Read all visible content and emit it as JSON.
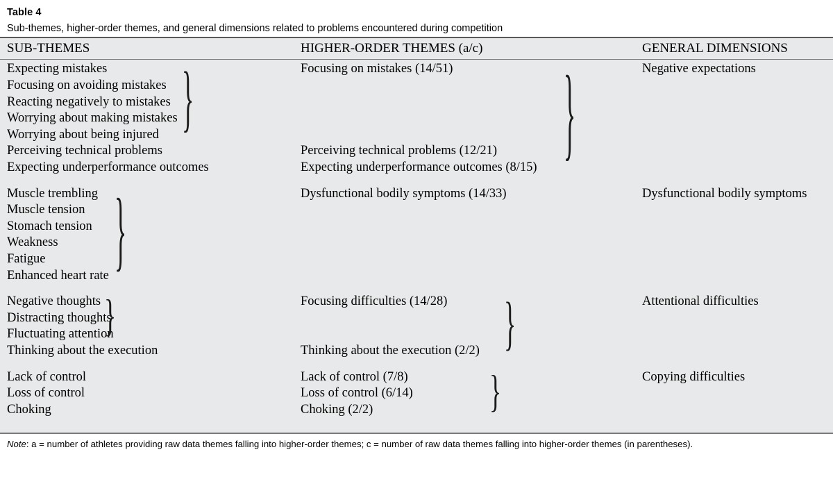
{
  "caption": {
    "number": "Table 4",
    "title": "Sub-themes, higher-order themes, and general dimensions related to problems encountered during competition"
  },
  "columns": {
    "sub_themes": "SUB-THEMES",
    "higher_order": "HIGHER-ORDER THEMES (a/c)",
    "general": "GENERAL DIMENSIONS"
  },
  "sections": [
    {
      "sub_themes": [
        "Expecting mistakes",
        "Focusing on avoiding mistakes",
        "Reacting negatively to mistakes",
        "Worrying about making mistakes",
        "Worrying about being injured",
        "Perceiving technical problems",
        "Expecting underperformance outcomes"
      ],
      "higher_order": [
        {
          "label": "Focusing on mistakes (14/51)",
          "row": 0
        },
        {
          "label": "Perceiving technical problems (12/21)",
          "row": 5
        },
        {
          "label": "Expecting underperformance outcomes (8/15)",
          "row": 6
        }
      ],
      "general": "Negative expectations"
    },
    {
      "sub_themes": [
        "Muscle trembling",
        "Muscle tension",
        "Stomach tension",
        "Weakness",
        "Fatigue",
        "Enhanced heart rate"
      ],
      "higher_order": [
        {
          "label": "Dysfunctional bodily symptoms (14/33)",
          "row": 0
        }
      ],
      "general": "Dysfunctional bodily symptoms"
    },
    {
      "sub_themes": [
        "Negative thoughts",
        "Distracting thoughts",
        "Fluctuating attention",
        "Thinking about the execution"
      ],
      "higher_order": [
        {
          "label": "Focusing difficulties (14/28)",
          "row": 0
        },
        {
          "label": "Thinking about the execution (2/2)",
          "row": 3
        }
      ],
      "general": "Attentional difficulties"
    },
    {
      "sub_themes": [
        "Lack of control",
        "Loss of control",
        "Choking"
      ],
      "higher_order": [
        {
          "label": "Lack of control (7/8)",
          "row": 0
        },
        {
          "label": "Loss of control (6/14)",
          "row": 1
        },
        {
          "label": "Choking (2/2)",
          "row": 2
        }
      ],
      "general": "Copying difficulties"
    }
  ],
  "note": {
    "label": "Note",
    "text": ": a = number of athletes providing raw data themes falling into higher-order themes; c = number of raw data themes falling into higher-order themes (in parentheses)."
  },
  "colors": {
    "table_background": "#e8e9ea",
    "page_background": "#ffffff",
    "rule": "#5a5a5a",
    "text": "#000000"
  }
}
